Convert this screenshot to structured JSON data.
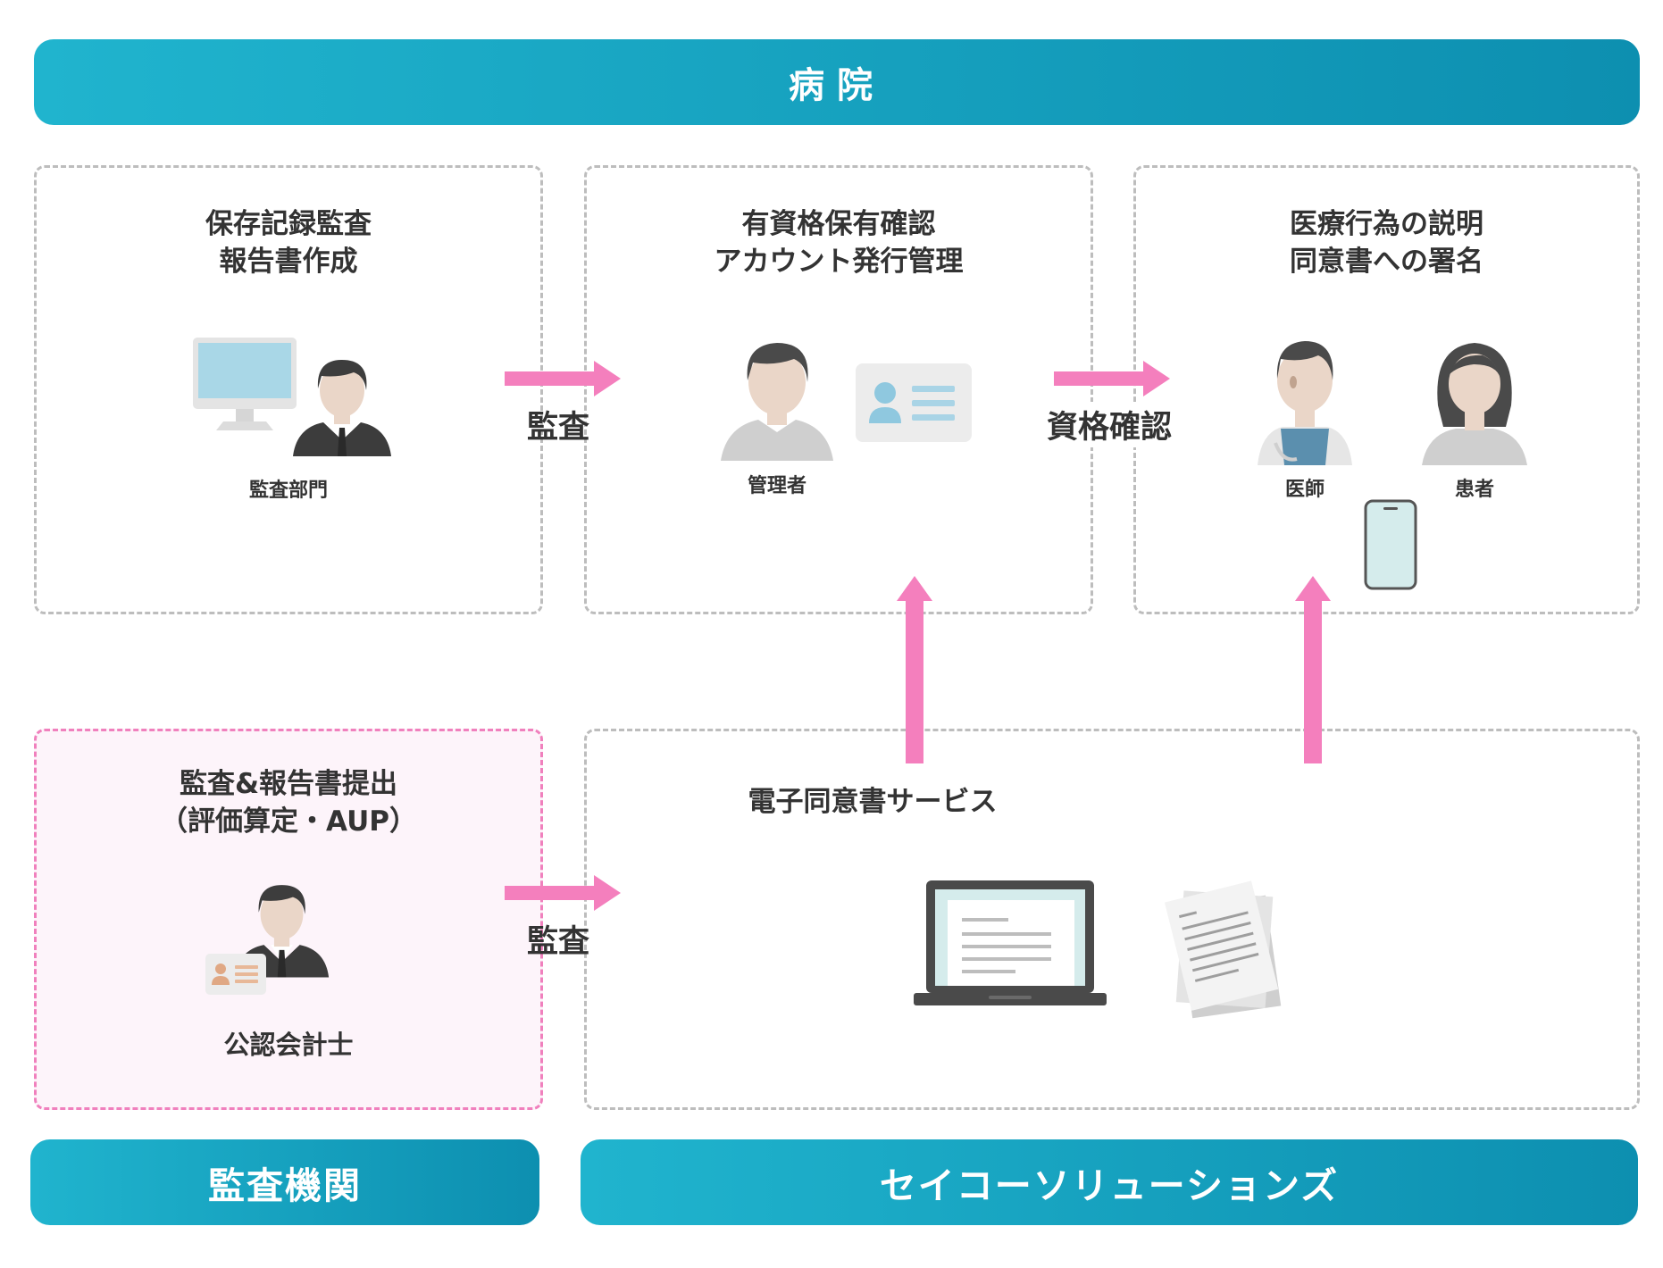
{
  "top_banner": {
    "label": "病院"
  },
  "bottom_banners": {
    "audit": "監査機関",
    "seiko": "セイコーソリューションズ"
  },
  "boxes": {
    "audit_dept": {
      "title_line1": "保存記録監査",
      "title_line2": "報告書作成",
      "person_label": "監査部門"
    },
    "account": {
      "title_line1": "有資格保有確認",
      "title_line2": "アカウント発行管理",
      "person_label": "管理者"
    },
    "consent": {
      "title_line1": "医療行為の説明",
      "title_line2": "同意書への署名",
      "doctor_label": "医師",
      "patient_label": "患者"
    },
    "cpa": {
      "title_line1": "監査&報告書提出",
      "title_line2": "（評価算定・AUP）",
      "person_label": "公認会計士"
    },
    "service": {
      "title": "電子同意書サービス"
    }
  },
  "arrows": {
    "audit_top": "監査",
    "qualification": "資格確認",
    "audit_bottom": "監査"
  },
  "colors": {
    "banner_start": "#20b4ce",
    "banner_end": "#0d8fb0",
    "arrow": "#f47fbd",
    "dashed_border": "#bdbdbd",
    "pink_border": "#f080bd"
  },
  "icons": [
    "monitor-icon",
    "person-icon",
    "id-card-icon",
    "doctor-icon",
    "patient-icon",
    "smartphone-icon",
    "laptop-icon",
    "documents-icon"
  ]
}
